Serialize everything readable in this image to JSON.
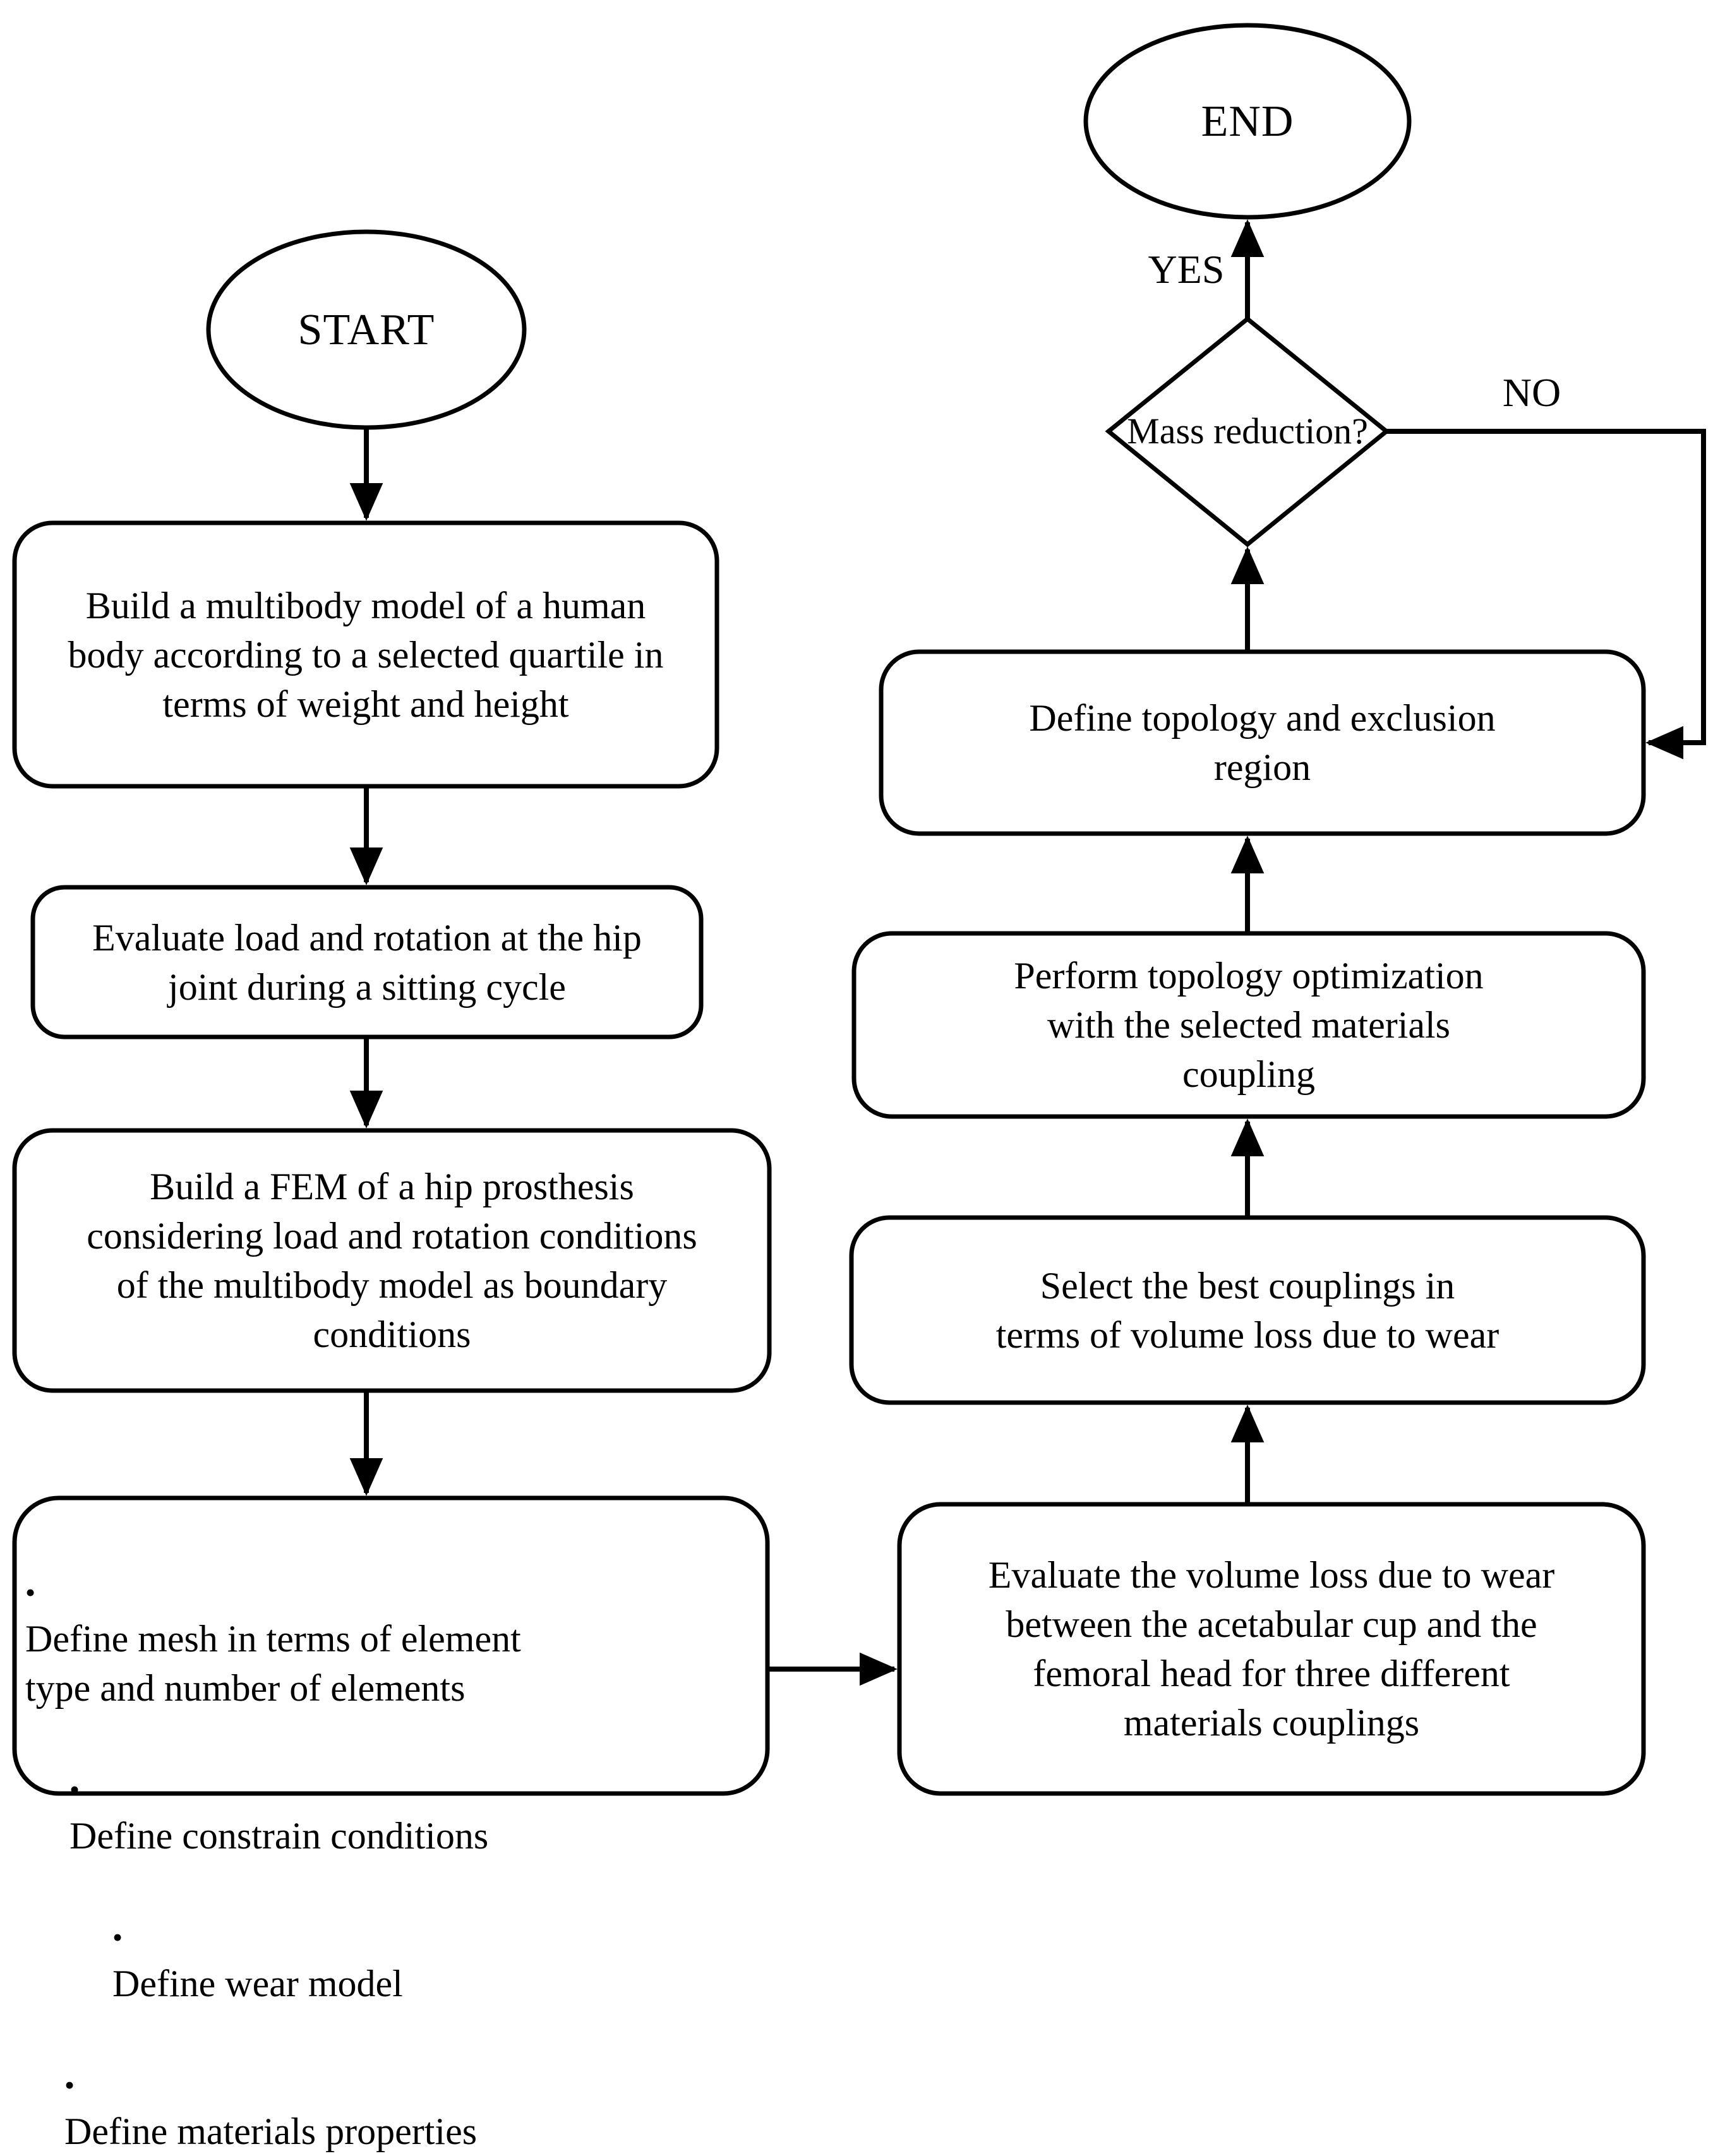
{
  "diagram": {
    "title": "Hip prosthesis design and topology optimization workflow",
    "stroke_color": "#000000",
    "fill_color": "#ffffff",
    "background": "#ffffff"
  },
  "nodes": {
    "start": {
      "label": "START",
      "shape": "ellipse"
    },
    "end": {
      "label": "END",
      "shape": "ellipse"
    },
    "build_multibody": {
      "label": "Build a multibody model of a human\nbody according to a selected quartile in\nterms of weight and height",
      "shape": "rounded-rectangle"
    },
    "evaluate_load": {
      "label": "Evaluate load and rotation at the hip\njoint during a sitting cycle",
      "shape": "rounded-rectangle"
    },
    "build_fem": {
      "label": "Build a FEM of a hip prosthesis\nconsidering load and rotation conditions\nof the multibody model as boundary\nconditions",
      "shape": "rounded-rectangle"
    },
    "define_mesh": {
      "shape": "rounded-rectangle",
      "bullets": [
        "Define mesh in terms of element\ntype and number of elements",
        "Define constrain conditions",
        "Define wear model",
        "Define materials properties"
      ],
      "bullet_marker": "•"
    },
    "evaluate_volume_loss": {
      "label": "Evaluate the volume loss due to wear\nbetween the acetabular cup and the\nfemoral head for three different\nmaterials couplings",
      "shape": "rounded-rectangle"
    },
    "select_couplings": {
      "label": "Select the best couplings in\nterms of volume loss due to wear",
      "shape": "rounded-rectangle"
    },
    "perform_topology": {
      "label": "Perform topology optimization\nwith the selected materials\ncoupling",
      "shape": "rounded-rectangle"
    },
    "define_topology": {
      "label": "Define topology and exclusion\nregion",
      "shape": "rounded-rectangle"
    },
    "mass_reduction": {
      "label": "Mass reduction?",
      "shape": "diamond"
    }
  },
  "edge_labels": {
    "yes": "YES",
    "no": "NO"
  },
  "edges": [
    {
      "from": "start",
      "to": "build_multibody",
      "label": ""
    },
    {
      "from": "build_multibody",
      "to": "evaluate_load",
      "label": ""
    },
    {
      "from": "evaluate_load",
      "to": "build_fem",
      "label": ""
    },
    {
      "from": "build_fem",
      "to": "define_mesh",
      "label": ""
    },
    {
      "from": "define_mesh",
      "to": "evaluate_volume_loss",
      "label": ""
    },
    {
      "from": "evaluate_volume_loss",
      "to": "select_couplings",
      "label": ""
    },
    {
      "from": "select_couplings",
      "to": "perform_topology",
      "label": ""
    },
    {
      "from": "perform_topology",
      "to": "define_topology",
      "label": ""
    },
    {
      "from": "define_topology",
      "to": "mass_reduction",
      "label": ""
    },
    {
      "from": "mass_reduction",
      "to": "end",
      "label": "YES"
    },
    {
      "from": "mass_reduction",
      "to": "define_topology",
      "label": "NO"
    }
  ]
}
